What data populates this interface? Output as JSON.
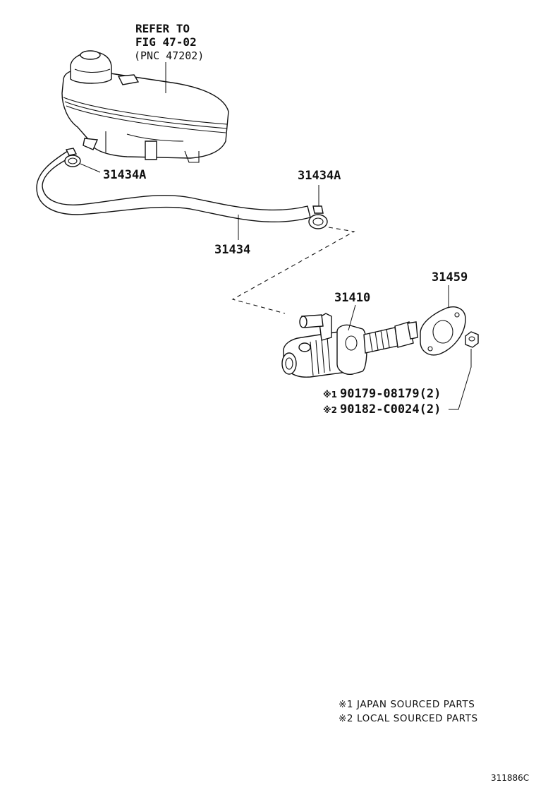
{
  "reference_note": {
    "line1": "REFER TO",
    "line2": "FIG 47-02",
    "line3": "(PNC 47202)"
  },
  "callouts": {
    "clamp_upper": "31434A",
    "clamp_lower": "31434A",
    "hose": "31434",
    "cylinder": "31410",
    "gasket": "31459",
    "nut_japan": {
      "mark": "※1",
      "number": "90179-08179(2)"
    },
    "nut_local": {
      "mark": "※2",
      "number": "90182-C0024(2)"
    }
  },
  "legend": {
    "japan": "※1 JAPAN SOURCED PARTS",
    "local": "※2 LOCAL SOURCED PARTS"
  },
  "figure_code": "311886C"
}
